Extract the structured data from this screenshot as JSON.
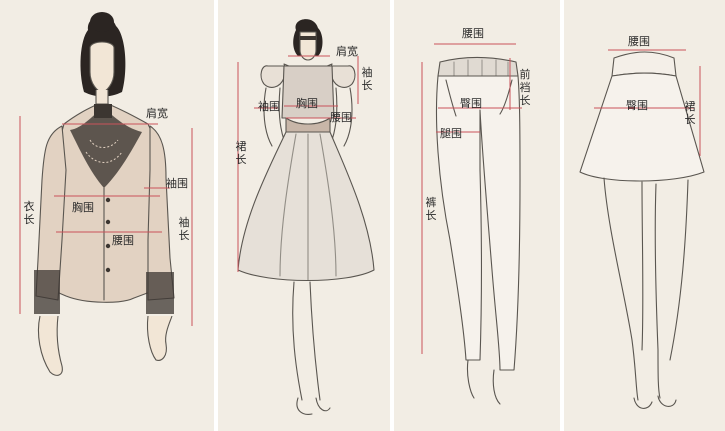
{
  "panels": [
    {
      "garment": "blouse",
      "labels": {
        "shoulder_width": "肩宽",
        "length": "衣长",
        "chest": "胸围",
        "waist": "腰围",
        "cuff": "袖围",
        "sleeve_length": "袖长"
      }
    },
    {
      "garment": "dress",
      "labels": {
        "shoulder_width": "肩宽",
        "sleeve_length": "袖长",
        "cuff": "袖围",
        "chest": "胸围",
        "waist": "腰围",
        "skirt_length": "裙长"
      }
    },
    {
      "garment": "trousers",
      "labels": {
        "waist": "腰围",
        "front_rise": "前裆长",
        "hip": "臀围",
        "thigh": "腿围",
        "pants_length": "裤长"
      }
    },
    {
      "garment": "skirt",
      "labels": {
        "waist": "腰围",
        "hip": "臀围",
        "skirt_length": "裙长"
      }
    }
  ],
  "colors": {
    "background": "#f2ede4",
    "measure_line": "#c9525a",
    "sketch": "#5a5650"
  }
}
